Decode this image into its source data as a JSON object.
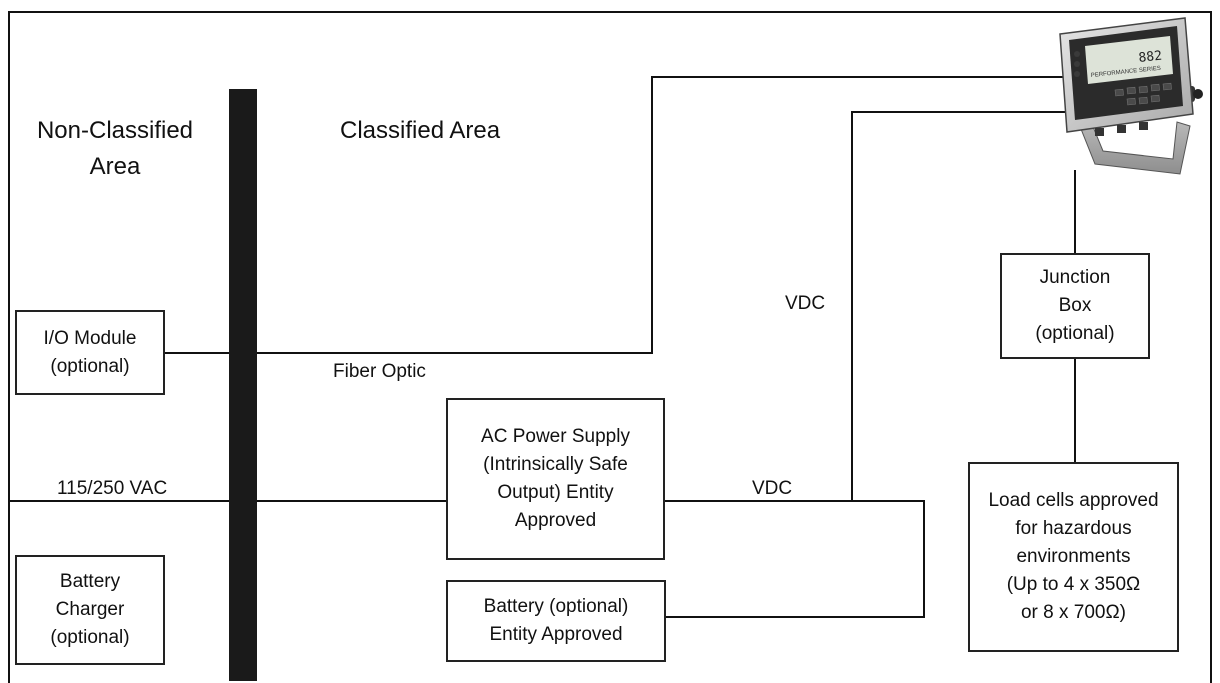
{
  "areas": {
    "non_classified": [
      "Non-Classified",
      "Area"
    ],
    "classified": "Classified Area"
  },
  "boxes": {
    "io_module": [
      "I/O Module",
      "(optional)"
    ],
    "battery_charger": [
      "Battery",
      "Charger",
      "(optional)"
    ],
    "ac_power_supply": [
      "AC Power Supply",
      "(Intrinsically Safe",
      "Output) Entity",
      "Approved"
    ],
    "battery": [
      "Battery (optional)",
      "Entity Approved"
    ],
    "junction_box": [
      "Junction",
      "Box",
      "(optional)"
    ],
    "load_cells": [
      "Load cells approved",
      "for hazardous",
      "environments",
      "(Up to 4 x 350Ω",
      "or 8 x 700Ω)"
    ]
  },
  "wire_labels": {
    "fiber_optic": "Fiber Optic",
    "vac": "115/250 VAC",
    "vdc_vertical": "VDC",
    "vdc_supply": "VDC"
  },
  "indicator": {
    "display_value": "882",
    "series_text": "PERFORMANCE SERIES",
    "icon": "weight-indicator-icon"
  },
  "colors": {
    "line": "#111111",
    "barrier": "#1a1a1a",
    "device_body": "#c9c9c9",
    "device_display": "#dde3d8"
  }
}
